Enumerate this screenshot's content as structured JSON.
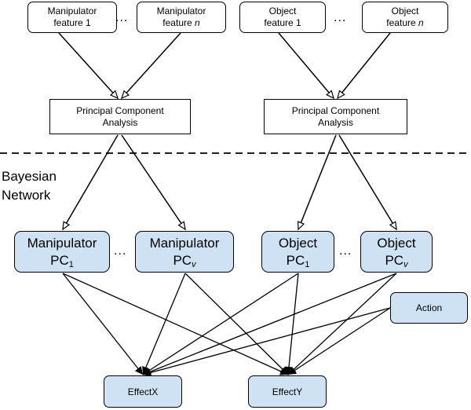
{
  "features": {
    "manip1": {
      "line1": "Manipulator",
      "line2": "feature 1"
    },
    "manipN": {
      "line1": "Manipulator",
      "line2_prefix": "feature ",
      "line2_var": "n"
    },
    "obj1": {
      "line1": "Object",
      "line2": "feature 1"
    },
    "objN": {
      "line1": "Object",
      "line2_prefix": "feature ",
      "line2_var": "n"
    }
  },
  "pca": {
    "left": {
      "line1": "Principal Component",
      "line2": "Analysis"
    },
    "right": {
      "line1": "Principal Component",
      "line2": "Analysis"
    }
  },
  "bayesian_label": {
    "line1": "Bayesian",
    "line2": "Network"
  },
  "pc_nodes": {
    "manip1": {
      "line1": "Manipulator",
      "base": "PC",
      "sub": "1"
    },
    "manipV": {
      "line1": "Manipulator",
      "base": "PC",
      "sub": "v"
    },
    "obj1": {
      "line1": "Object",
      "base": "PC",
      "sub": "1"
    },
    "objV": {
      "line1": "Object",
      "base": "PC",
      "sub": "v"
    }
  },
  "action": "Action",
  "effects": {
    "x": "EffectX",
    "y": "EffectY"
  },
  "ellipsis": "...",
  "colors": {
    "node_fill": "#cfe2f3",
    "stroke": "#000000"
  }
}
